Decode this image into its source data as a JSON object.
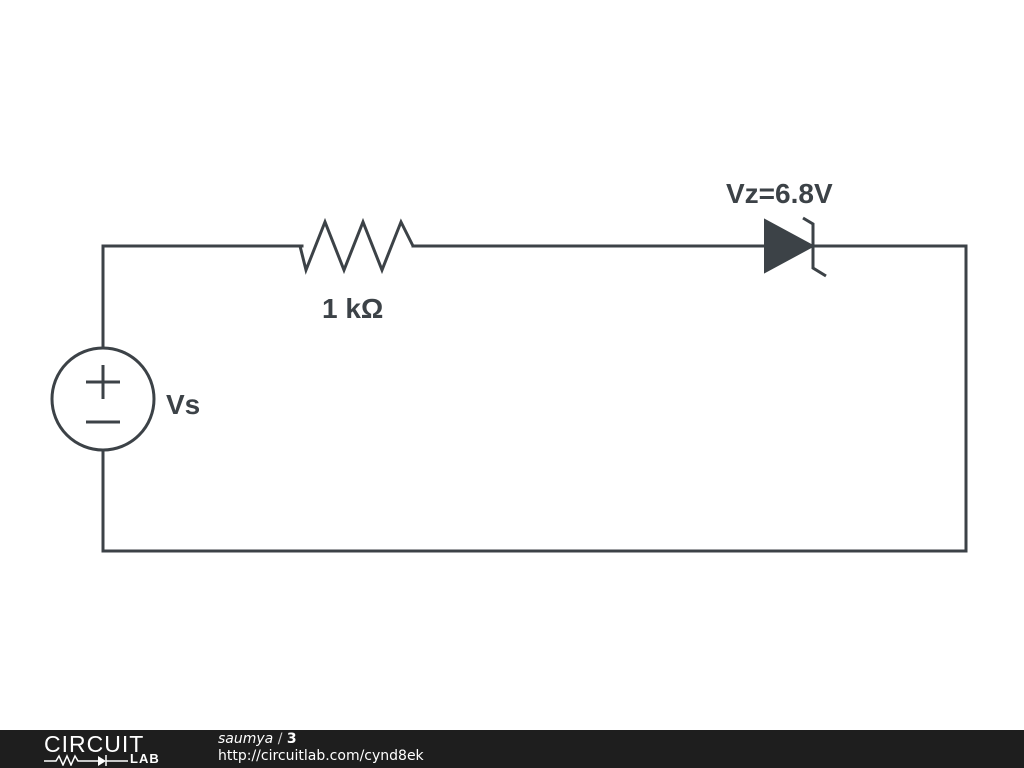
{
  "circuit": {
    "source_label": "Vs",
    "source_plus": "+",
    "source_minus": "−",
    "resistor_label": "1 kΩ",
    "zener_label": "Vz=6.8V"
  },
  "footer": {
    "logo_word": "CIRCUIT",
    "logo_sub": "LAB",
    "author": "saumya",
    "separator": " / ",
    "revision": "3",
    "url": "http://circuitlab.com/cynd8ek"
  },
  "colors": {
    "stroke": "#3c4247",
    "footer_bg": "#1e1e1e",
    "background": "#ffffff"
  }
}
